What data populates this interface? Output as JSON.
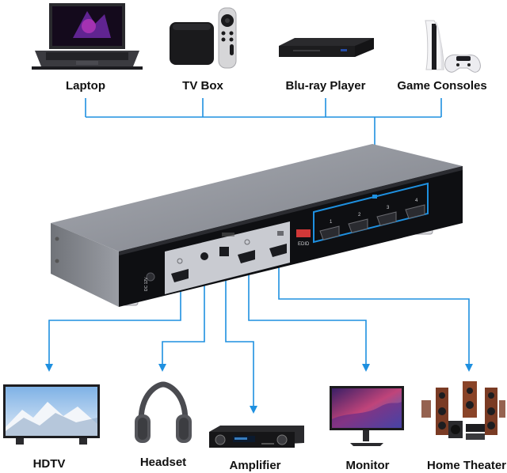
{
  "sources": [
    {
      "id": "laptop",
      "label": "Laptop",
      "icon": "laptop-icon"
    },
    {
      "id": "tvbox",
      "label": "TV Box",
      "icon": "tv-box-icon"
    },
    {
      "id": "bluray",
      "label": "Blu-ray Player",
      "icon": "bluray-player-icon"
    },
    {
      "id": "console",
      "label": "Game Consoles",
      "icon": "game-console-icon"
    }
  ],
  "device": {
    "input_port_numbers": [
      "1",
      "2",
      "3",
      "4"
    ],
    "edid_label": "EDID",
    "power_label": "DC 12V",
    "accent_color": "#1e90e0",
    "body_color": "#8d9097"
  },
  "outputs": [
    {
      "id": "hdtv",
      "label": "HDTV",
      "icon": "hdtv-icon"
    },
    {
      "id": "headset",
      "label": "Headset",
      "icon": "headset-icon"
    },
    {
      "id": "amplifier",
      "label": "Amplifier",
      "icon": "amplifier-icon"
    },
    {
      "id": "monitor",
      "label": "Monitor",
      "icon": "monitor-icon"
    },
    {
      "id": "theater",
      "label": "Home Theater",
      "icon": "home-theater-icon"
    }
  ]
}
